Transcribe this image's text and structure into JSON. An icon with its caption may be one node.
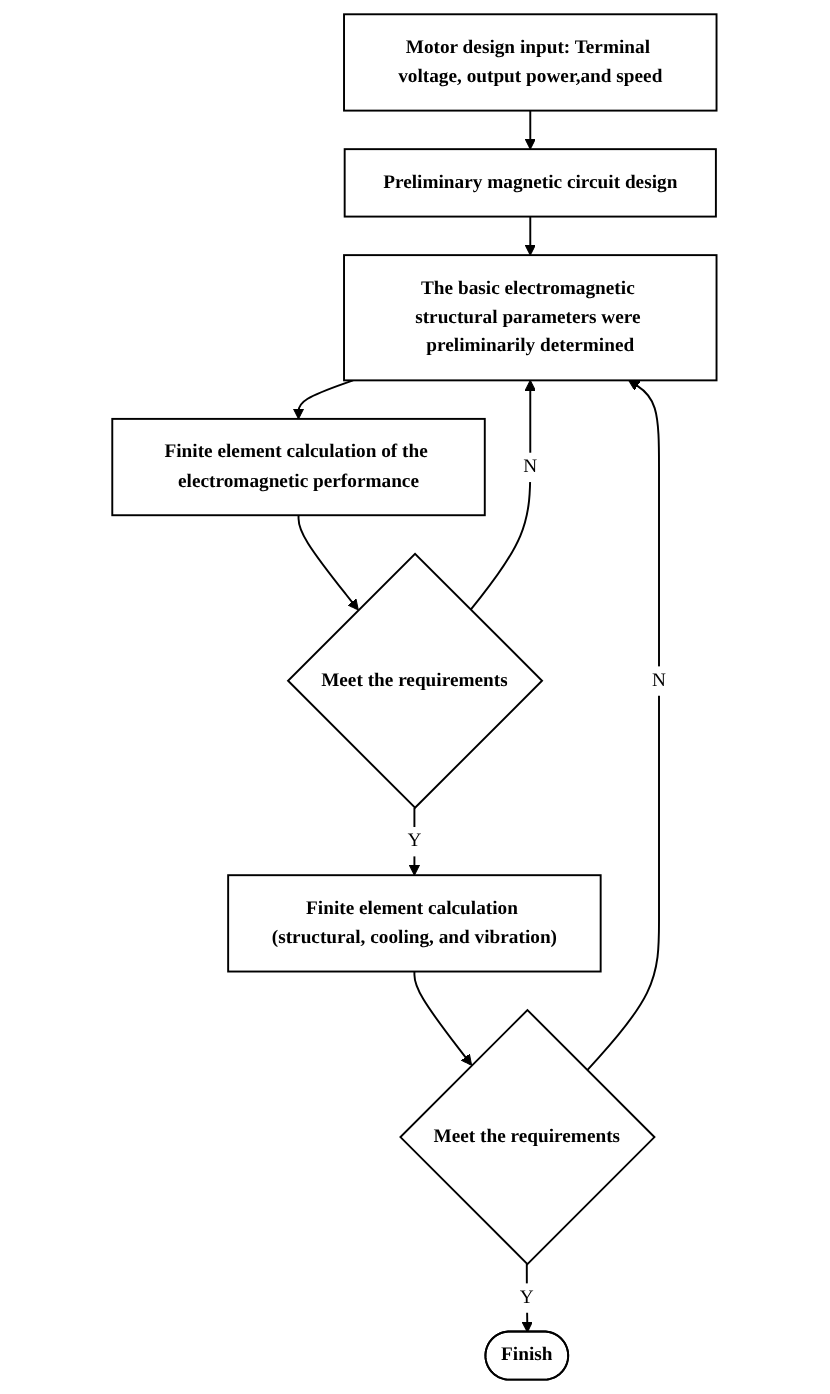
{
  "diagram": {
    "nodes": [
      {
        "text": [
          "Motor design input: Terminal voltage, output power,and speed"
        ]
      },
      {
        "text": [
          "Preliminary magnetic circuit design"
        ]
      },
      {
        "text": [
          "The basic electromagnetic structural parameters were preliminarily determined"
        ]
      },
      {
        "text": [
          "Finite element calculation of the electromagnetic performance"
        ]
      },
      {
        "text": [
          "Meet the requirements"
        ]
      },
      {
        "text": [
          "Finite element calculation (structural, cooling, and vibration)"
        ]
      },
      {
        "text": [
          "Meet the requirements"
        ]
      },
      {
        "text": [
          "Finish"
        ]
      }
    ],
    "edges": [
      {
        "from": 0,
        "to": 1,
        "arrow": "to"
      },
      {
        "from": 1,
        "to": 2,
        "arrow": "to"
      },
      {
        "from": 2,
        "to": 3,
        "arrow": "to"
      },
      {
        "from": 3,
        "to": 4,
        "arrow": "to"
      },
      {
        "from": 4,
        "to": 5,
        "label": "Y",
        "arrow": "to"
      },
      {
        "from": 4,
        "to": 2,
        "label": "N",
        "arrow": "to"
      },
      {
        "from": 5,
        "to": 6,
        "arrow": "to"
      },
      {
        "from": 6,
        "to": 7,
        "label": "Y",
        "arrow": "to"
      },
      {
        "from": 6,
        "to": 2,
        "label": "N",
        "arrow": "to"
      }
    ]
  }
}
